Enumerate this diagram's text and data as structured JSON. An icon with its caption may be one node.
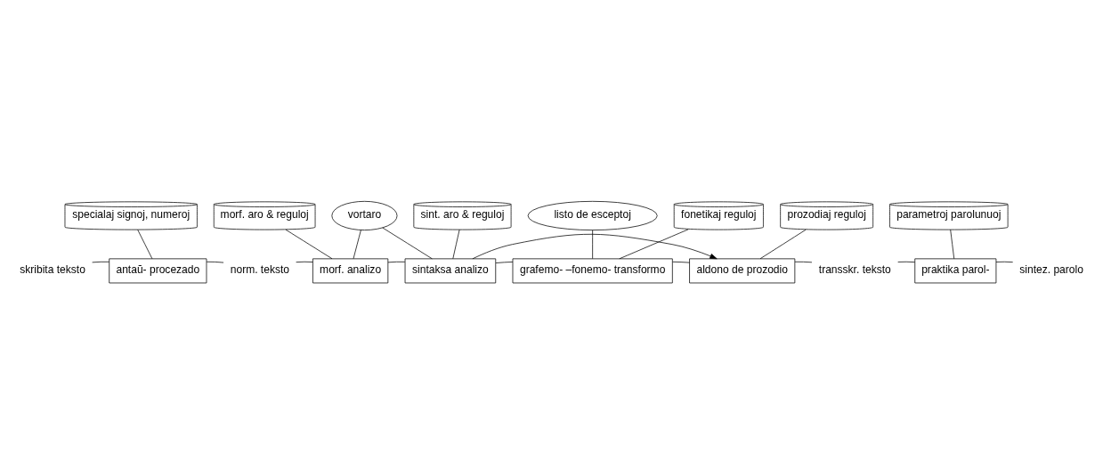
{
  "diagram": {
    "nodes": [
      {
        "text": [
          "vortaro"
        ]
      },
      {
        "text": [
          "listo de esceptoj"
        ]
      },
      {
        "text": [
          "specialaj signoj, numeroj"
        ]
      },
      {
        "text": [
          "morf. aro & reguloj"
        ]
      },
      {
        "text": [
          "sint. aro & reguloj"
        ]
      },
      {
        "text": [
          "fonetikaj reguloj"
        ]
      },
      {
        "text": [
          "prozodiaj reguloj"
        ]
      },
      {
        "text": [
          "parametroj parolunuoj"
        ]
      },
      {
        "text": [
          "skribita teksto"
        ]
      },
      {
        "text": [
          "antaŭ- procezado"
        ]
      },
      {
        "text": [
          "norm. teksto"
        ]
      },
      {
        "text": [
          "morf. analizo"
        ]
      },
      {
        "text": [
          "sintaksa analizo"
        ]
      },
      {
        "text": [
          "grafemo- –fonemo- transformo"
        ]
      },
      {
        "text": [
          "aldono de prozodio"
        ]
      },
      {
        "text": [
          "transskr. teksto"
        ]
      },
      {
        "text": [
          "praktika parol-"
        ]
      },
      {
        "text": [
          "sintez. parolo"
        ]
      }
    ],
    "edges": [
      {
        "from": 8,
        "to": 9,
        "arrow": "none"
      },
      {
        "from": 9,
        "to": 10,
        "arrow": "none"
      },
      {
        "from": 10,
        "to": 11,
        "arrow": "none"
      },
      {
        "from": 11,
        "to": 12,
        "arrow": "none"
      },
      {
        "from": 12,
        "to": 13,
        "arrow": "none"
      },
      {
        "from": 13,
        "to": 14,
        "arrow": "none"
      },
      {
        "from": 14,
        "to": 15,
        "arrow": "none"
      },
      {
        "from": 15,
        "to": 16,
        "arrow": "none"
      },
      {
        "from": 16,
        "to": 17,
        "arrow": "none"
      },
      {
        "from": 2,
        "to": 9,
        "arrow": "none"
      },
      {
        "from": 3,
        "to": 11,
        "arrow": "none"
      },
      {
        "from": 4,
        "to": 12,
        "arrow": "none"
      },
      {
        "from": 5,
        "to": 13,
        "arrow": "none"
      },
      {
        "from": 6,
        "to": 14,
        "arrow": "none"
      },
      {
        "from": 7,
        "to": 16,
        "arrow": "none"
      },
      {
        "from": 0,
        "to": 11,
        "arrow": "none"
      },
      {
        "from": 0,
        "to": 12,
        "arrow": "none"
      },
      {
        "from": 1,
        "to": 13,
        "arrow": "none"
      },
      {
        "from": 12,
        "to": 14,
        "arrow": "to"
      }
    ]
  }
}
